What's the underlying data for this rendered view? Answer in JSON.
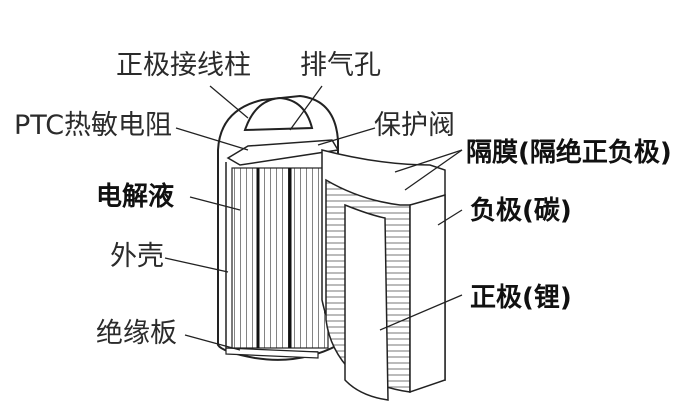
{
  "labels": {
    "positive_terminal": "正极接线柱",
    "vent": "排气孔",
    "ptc": "PTC热敏电阻",
    "safety_valve": "保护阀",
    "separator": "隔膜(隔绝正负极)",
    "electrolyte": "电解液",
    "negative": "负极(碳)",
    "casing": "外壳",
    "positive": "正极(锂)",
    "insulator": "绝缘板"
  }
}
